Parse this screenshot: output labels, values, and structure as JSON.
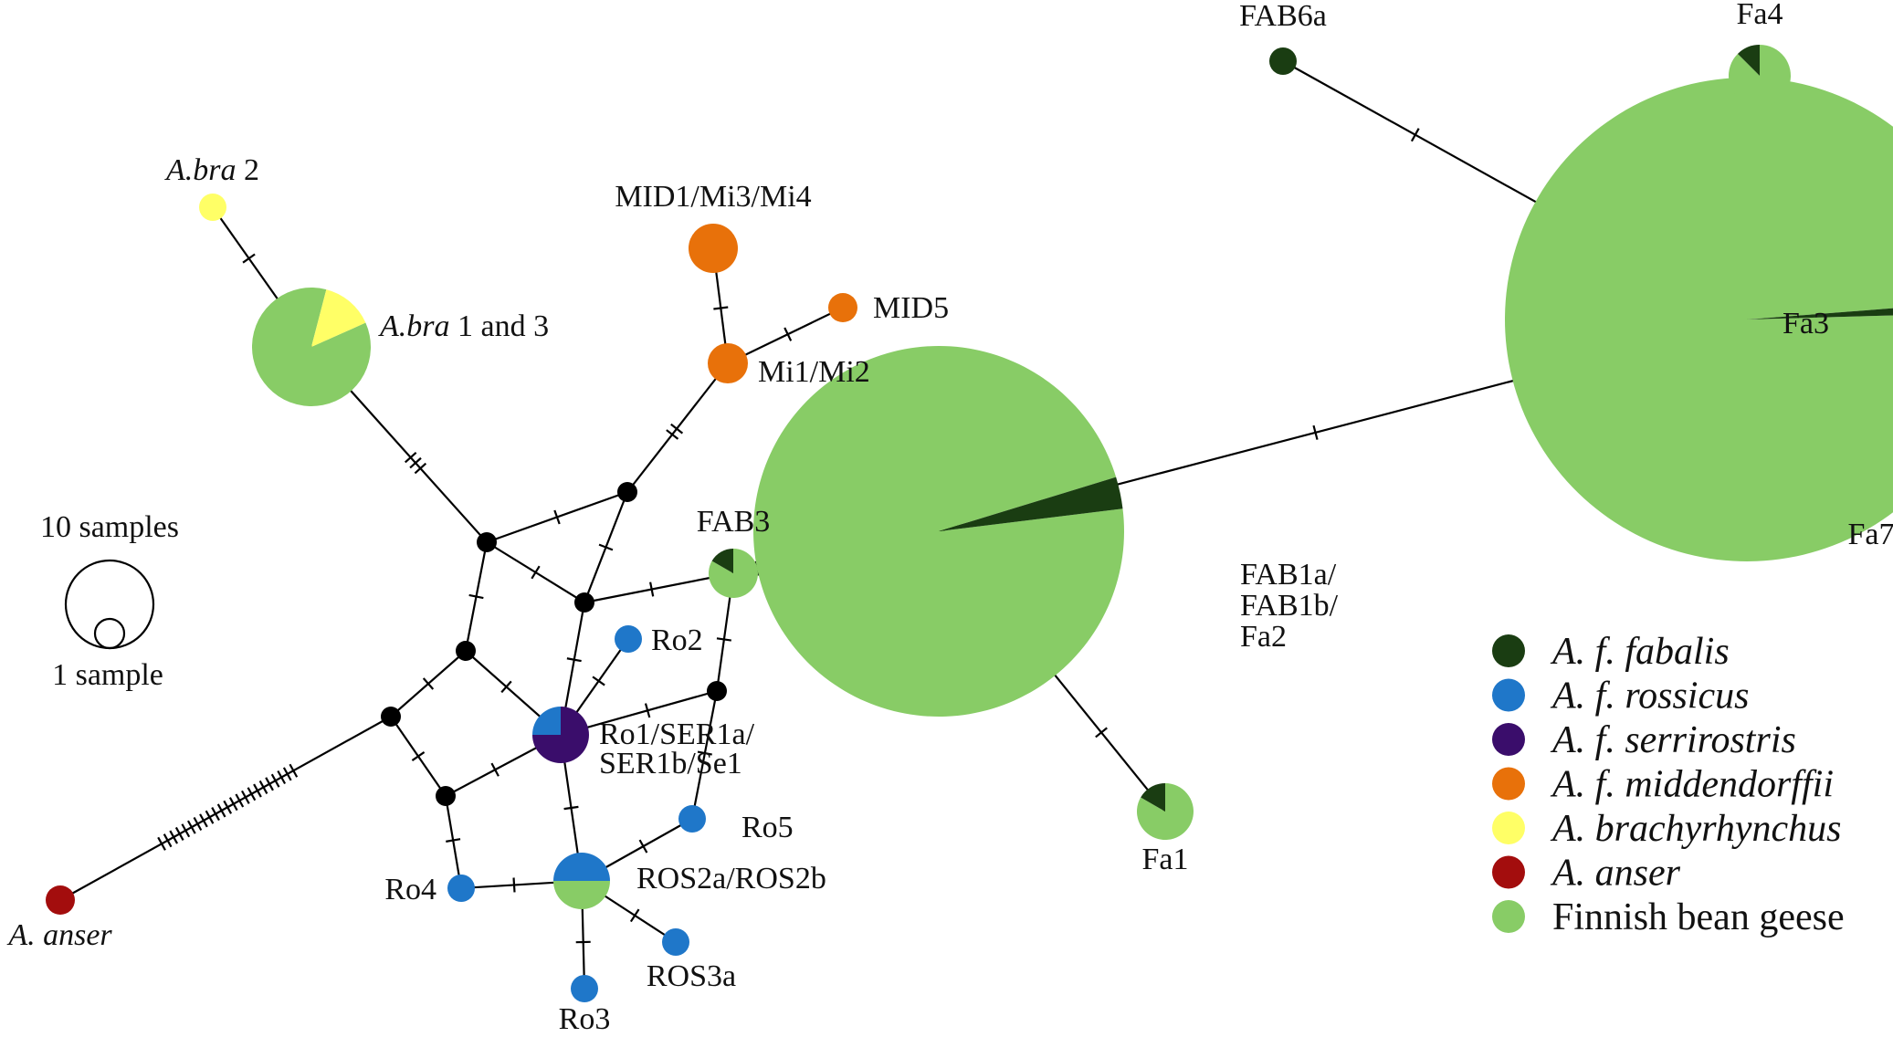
{
  "colors": {
    "fabalis": "#1a3d12",
    "rossicus": "#1f77c9",
    "serrirostris": "#3a0d6b",
    "middendorffii": "#e8710a",
    "brachyrhynchus": "#ffff66",
    "anser": "#a30d0d",
    "finnish": "#88cc66",
    "median": "#000000"
  },
  "size_scale": {
    "large_label": "10 samples",
    "small_label": "1 sample"
  },
  "legend": [
    {
      "key": "fabalis",
      "text": "A. f. fabalis",
      "italic": true
    },
    {
      "key": "rossicus",
      "text": "A. f. rossicus",
      "italic": true
    },
    {
      "key": "serrirostris",
      "text": "A. f. serrirostris",
      "italic": true
    },
    {
      "key": "middendorffii",
      "text": "A. f. middendorffii",
      "italic": true
    },
    {
      "key": "brachyrhynchus",
      "text": "A. brachyrhynchus",
      "italic": true
    },
    {
      "key": "anser",
      "text": "A. anser",
      "italic": true
    },
    {
      "key": "finnish",
      "text": "Finnish bean geese",
      "italic": false
    }
  ],
  "haplotypes": [
    {
      "id": "fa3",
      "label_lines": [
        "Fa3"
      ],
      "samples": 64,
      "composition": {
        "finnish": 63.5,
        "fabalis": 0.5
      }
    },
    {
      "id": "fab1",
      "label_lines": [
        "FAB1a/",
        "FAB1b/",
        "Fa2"
      ],
      "samples": 36,
      "composition": {
        "finnish": 35,
        "fabalis": 1
      }
    },
    {
      "id": "fab6a",
      "label_lines": [
        "FAB6a"
      ],
      "samples": 1,
      "composition": {
        "fabalis": 1
      }
    },
    {
      "id": "fa4",
      "label_lines": [
        "Fa4"
      ],
      "samples": 2,
      "composition": {
        "finnish": 1.75,
        "fabalis": 0.25
      }
    },
    {
      "id": "fa7",
      "label_lines": [
        "Fa7"
      ],
      "samples": 1,
      "composition": {
        "finnish": 1
      }
    },
    {
      "id": "fa1",
      "label_lines": [
        "Fa1"
      ],
      "samples": 1.5,
      "composition": {
        "finnish": 1.25,
        "fabalis": 0.25
      }
    },
    {
      "id": "fab3",
      "label_lines": [
        "FAB3"
      ],
      "samples": 1.5,
      "composition": {
        "finnish": 1.25,
        "fabalis": 0.25
      }
    },
    {
      "id": "abra13",
      "label_lines": [
        "A.bra 1 and 3"
      ],
      "italic_prefix": "A.bra",
      "samples": 7,
      "composition": {
        "finnish": 6,
        "brachyrhynchus": 1
      }
    },
    {
      "id": "abra2",
      "label_lines": [
        "A.bra 2"
      ],
      "italic_prefix": "A.bra",
      "samples": 0.5,
      "composition": {
        "brachyrhynchus": 1
      }
    },
    {
      "id": "mid1",
      "label_lines": [
        "MID1/Mi3/Mi4"
      ],
      "samples": 1.5,
      "composition": {
        "middendorffii": 1
      }
    },
    {
      "id": "mid5",
      "label_lines": [
        "MID5"
      ],
      "samples": 0.5,
      "composition": {
        "middendorffii": 1
      }
    },
    {
      "id": "mi12",
      "label_lines": [
        "Mi1/Mi2"
      ],
      "samples": 1,
      "composition": {
        "middendorffii": 1
      }
    },
    {
      "id": "ro1",
      "label_lines": [
        "Ro1/SER1a/",
        "SER1b/Se1"
      ],
      "samples": 2,
      "composition": {
        "serrirostris": 3,
        "rossicus": 1
      }
    },
    {
      "id": "ro2",
      "label_lines": [
        "Ro2"
      ],
      "samples": 0.5,
      "composition": {
        "rossicus": 1
      }
    },
    {
      "id": "ro5",
      "label_lines": [
        "Ro5"
      ],
      "samples": 0.5,
      "composition": {
        "rossicus": 1
      }
    },
    {
      "id": "ros2",
      "label_lines": [
        "ROS2a/ROS2b"
      ],
      "samples": 2,
      "composition": {
        "rossicus": 1,
        "finnish": 1
      }
    },
    {
      "id": "ro4",
      "label_lines": [
        "Ro4"
      ],
      "samples": 0.5,
      "composition": {
        "rossicus": 1
      }
    },
    {
      "id": "ros3a",
      "label_lines": [
        "ROS3a"
      ],
      "samples": 0.5,
      "composition": {
        "rossicus": 1
      }
    },
    {
      "id": "ro3",
      "label_lines": [
        "Ro3"
      ],
      "samples": 0.5,
      "composition": {
        "rossicus": 1
      }
    },
    {
      "id": "anser",
      "label_lines": [
        "A. anser"
      ],
      "italic_all": true,
      "samples": 0.5,
      "composition": {
        "anser": 1
      }
    }
  ],
  "median_vectors": [
    "m1",
    "m2",
    "m3",
    "m4",
    "m5",
    "m6",
    "m7",
    "m8"
  ],
  "edges": [
    {
      "from": "fa3",
      "to": "fab6a",
      "steps": 1
    },
    {
      "from": "fa3",
      "to": "fa4",
      "steps": 1
    },
    {
      "from": "fa3",
      "to": "fa7",
      "steps": 1
    },
    {
      "from": "fa3",
      "to": "fab1",
      "steps": 1
    },
    {
      "from": "fab1",
      "to": "fa1",
      "steps": 1
    },
    {
      "from": "fab1",
      "to": "fab3",
      "steps": 1
    },
    {
      "from": "fab3",
      "to": "m2",
      "steps": 1
    },
    {
      "from": "fab3",
      "to": "m5",
      "steps": 1
    },
    {
      "from": "abra2",
      "to": "abra13",
      "steps": 1
    },
    {
      "from": "abra13",
      "to": "m1",
      "steps": 3
    },
    {
      "from": "mid1",
      "to": "mi12",
      "steps": 1
    },
    {
      "from": "mid5",
      "to": "mi12",
      "steps": 1
    },
    {
      "from": "mi12",
      "to": "m3",
      "steps": 2
    },
    {
      "from": "m3",
      "to": "m1",
      "steps": 1
    },
    {
      "from": "m3",
      "to": "m2",
      "steps": 1
    },
    {
      "from": "m1",
      "to": "m2",
      "steps": 1
    },
    {
      "from": "m1",
      "to": "m4",
      "steps": 1
    },
    {
      "from": "m2",
      "to": "ro1",
      "steps": 1
    },
    {
      "from": "m4",
      "to": "m6",
      "steps": 1
    },
    {
      "from": "m4",
      "to": "ro1",
      "steps": 1
    },
    {
      "from": "m6",
      "to": "m7",
      "steps": 1
    },
    {
      "from": "m6",
      "to": "anser",
      "steps": 23
    },
    {
      "from": "m7",
      "to": "ro1",
      "steps": 1
    },
    {
      "from": "m7",
      "to": "ro4",
      "steps": 1
    },
    {
      "from": "ro1",
      "to": "ro2",
      "steps": 1
    },
    {
      "from": "ro1",
      "to": "m5",
      "steps": 1
    },
    {
      "from": "ro1",
      "to": "ros2",
      "steps": 1
    },
    {
      "from": "m5",
      "to": "ro5",
      "steps": 1
    },
    {
      "from": "ros2",
      "to": "ro5",
      "steps": 1
    },
    {
      "from": "ros2",
      "to": "ro4",
      "steps": 1
    },
    {
      "from": "ros2",
      "to": "ros3a",
      "steps": 1
    },
    {
      "from": "ros2",
      "to": "ro3",
      "steps": 1
    }
  ]
}
